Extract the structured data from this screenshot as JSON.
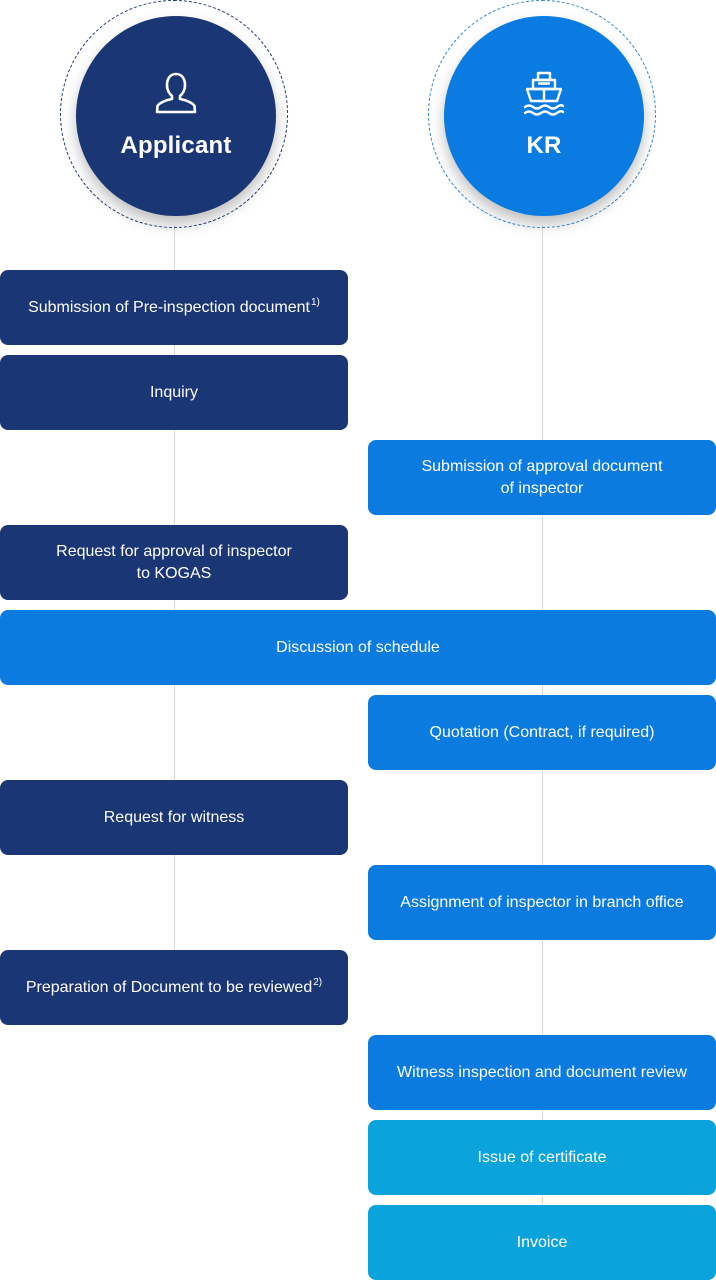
{
  "actors": {
    "applicant": {
      "label": "Applicant",
      "icon": "person-icon"
    },
    "kr": {
      "label": "KR",
      "icon": "ship-icon"
    }
  },
  "steps": {
    "s1": {
      "text": "Submission of Pre-inspection document",
      "note": "1)"
    },
    "s2": {
      "text": "Inquiry"
    },
    "s3": {
      "line1": "Submission of approval document",
      "line2": "of inspector"
    },
    "s4": {
      "line1": "Request for approval of inspector",
      "line2": "to KOGAS"
    },
    "s5": {
      "text": "Discussion of schedule"
    },
    "s6": {
      "text": "Quotation (Contract, if required)"
    },
    "s7": {
      "text": "Request for witness"
    },
    "s8": {
      "text": "Assignment of inspector in branch office"
    },
    "s9": {
      "text": "Preparation of Document to be reviewed",
      "note": "2)"
    },
    "s10": {
      "text": "Witness inspection and document review"
    },
    "s11": {
      "text": "Issue of certificate"
    },
    "s12": {
      "text": "Invoice"
    }
  },
  "colors": {
    "applicant": "#1b3674",
    "kr": "#0b7be0",
    "final": "#0aa3dc",
    "connector": "#d9d9d9"
  }
}
